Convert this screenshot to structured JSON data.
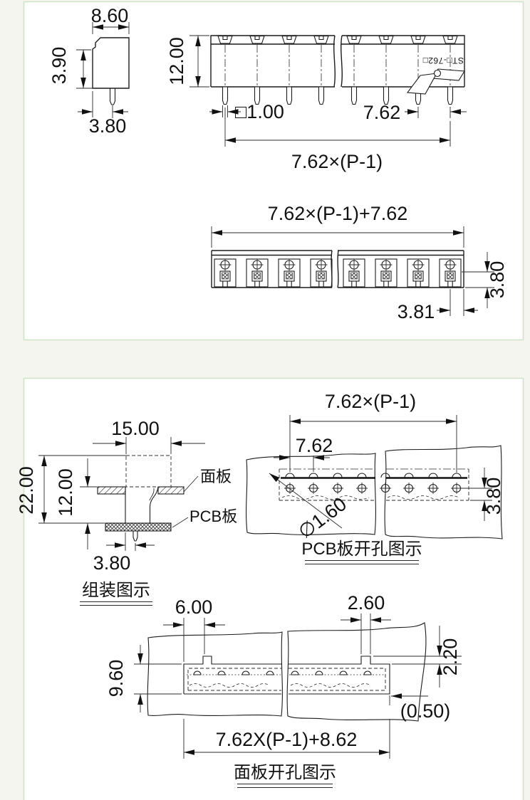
{
  "colors": {
    "line": "#1c1c1c",
    "panel_border": "#cfe2c8",
    "background": "#f3f5ee",
    "paper": "#ffffff"
  },
  "drawing": {
    "panel1": {
      "side_view": {
        "width": "8.60",
        "height": "3.90",
        "pin_offset": "3.80"
      },
      "front_view": {
        "height": "12.00",
        "pin_size": "□1.00",
        "pitch": "7.62",
        "span": "7.62×(P-1)",
        "marking": "ST□-762□"
      },
      "top_view": {
        "total_length": "7.62×(P-1)+7.62",
        "depth": "3.80",
        "end_offset": "3.81"
      }
    },
    "panel2": {
      "assembly_view": {
        "width": "15.00",
        "total_height": "22.00",
        "body_height": "12.00",
        "pin_offset": "3.80",
        "panel_label": "面板",
        "pcb_label": "PCB板",
        "title": "组装图示"
      },
      "pcb_drill_view": {
        "span": "7.62×(P-1)",
        "pitch": "7.62",
        "hole_dia": "∅1.60",
        "row_offset": "3.80",
        "title": "PCB板开孔图示"
      },
      "panel_cutout_view": {
        "notch_offset": "6.00",
        "notch_width": "2.60",
        "cutout_height": "9.60",
        "notch_height": "2.20",
        "clearance": "(0.50)",
        "total_length": "7.62X(P-1)+8.62",
        "title": "面板开孔图示"
      }
    }
  }
}
